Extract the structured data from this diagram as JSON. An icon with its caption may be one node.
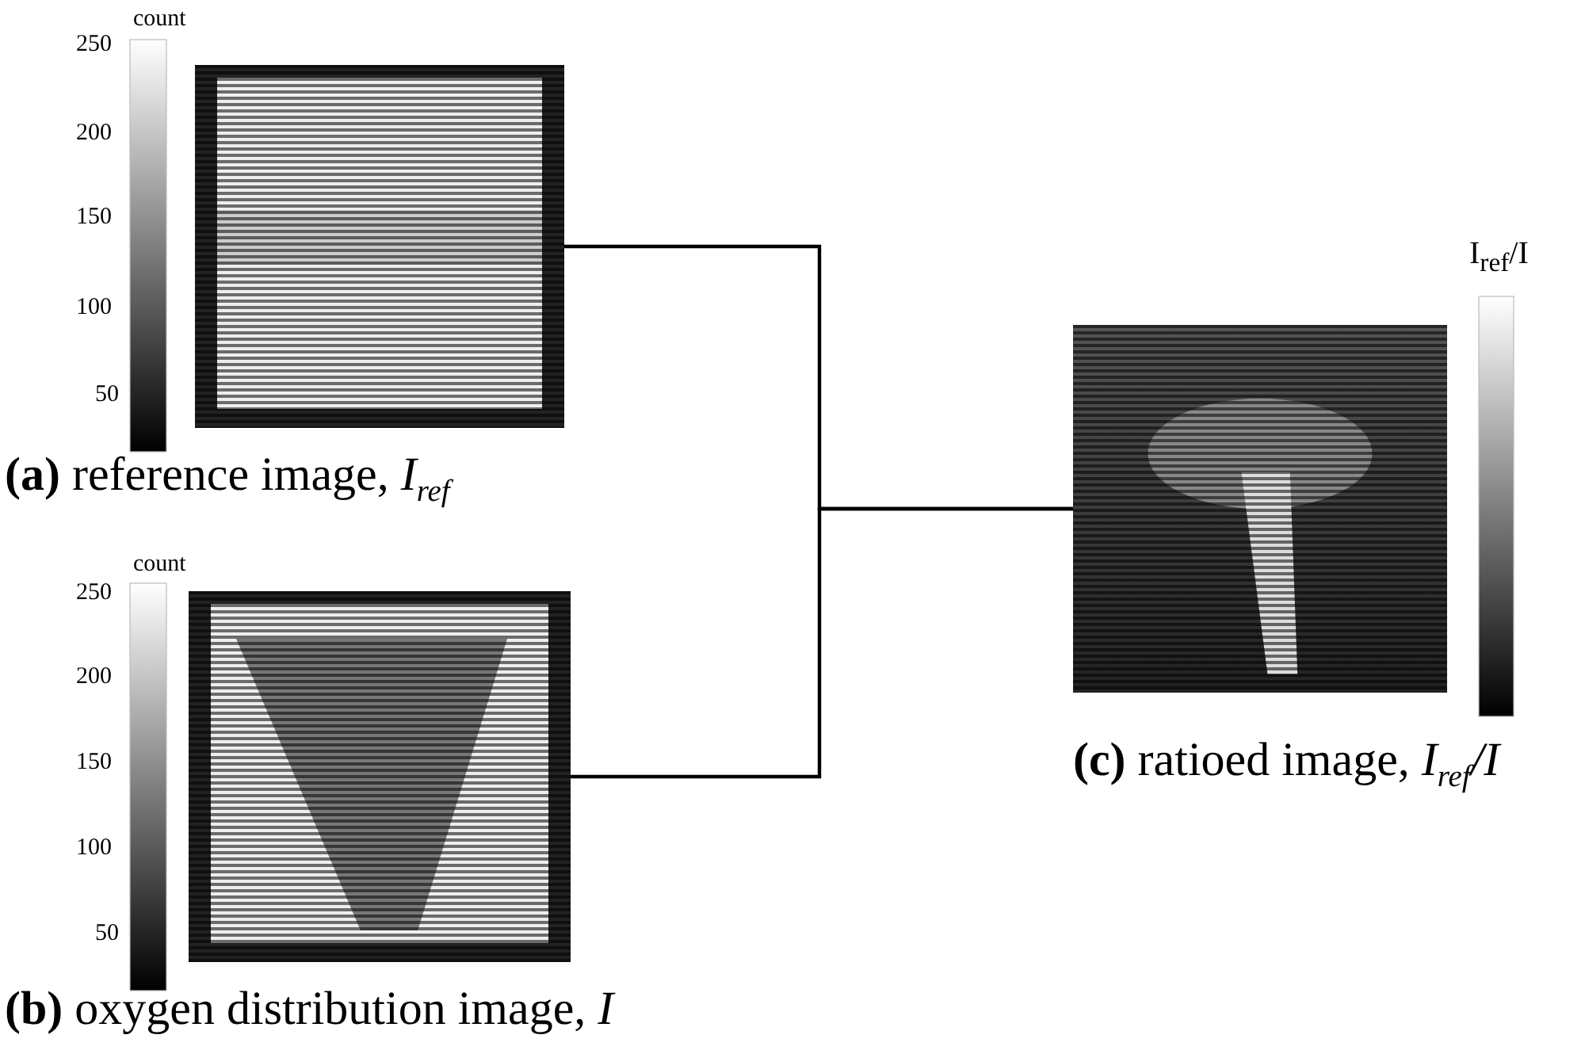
{
  "diagram": {
    "nodes": [
      {
        "text": [
          "**(a)** reference image, *I*$_{ref}$"
        ]
      },
      {
        "text": [
          "**(b)** oxygen distribution image, *I*"
        ]
      },
      {
        "text": [
          "**(c)** ratioed image, *I*$_{ref}$*/I*"
        ]
      }
    ],
    "edges": [
      {
        "from": 0,
        "to": 2,
        "arrow": "none"
      },
      {
        "from": 1,
        "to": 2,
        "arrow": "none"
      }
    ],
    "labels": [
      "count",
      "250",
      "200",
      "150",
      "100",
      "50",
      "count",
      "250",
      "200",
      "150",
      "100",
      "50",
      "I$_{ref}$/I"
    ]
  }
}
